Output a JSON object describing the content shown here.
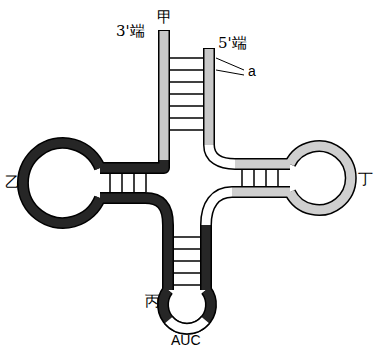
{
  "diagram": {
    "labels": [
      "3'端",
      "甲",
      "5'端",
      "a",
      "乙",
      "丁",
      "丙",
      "AUC"
    ]
  }
}
